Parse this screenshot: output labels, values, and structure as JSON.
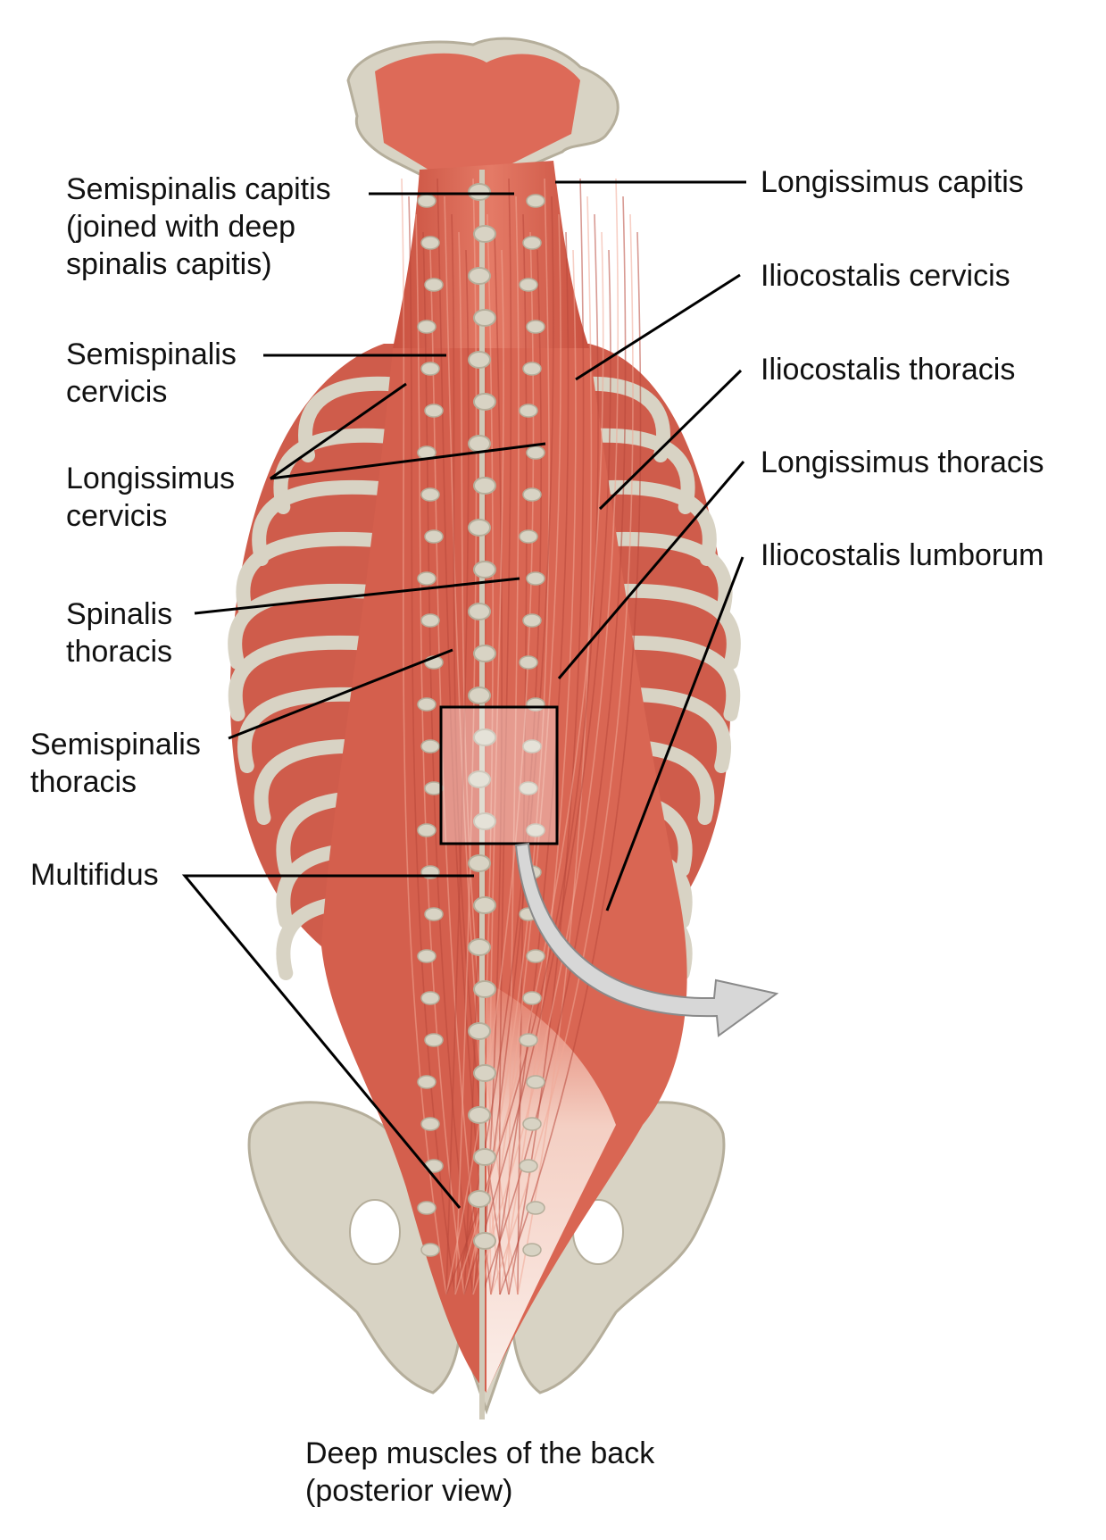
{
  "colors": {
    "bone": "#d8d3c4",
    "bone_edge": "#b5ae9b",
    "muscle": "#dd6a58",
    "muscle_dark": "#b8473a",
    "muscle_light": "#f0a896",
    "tendon": "#f6d9cf",
    "leader_line": "#000000",
    "arrow": "#d7d7d7"
  },
  "labels": {
    "semispinalis_capitis_1": "Semispinalis capitis",
    "semispinalis_capitis_2": "(joined with deep",
    "semispinalis_capitis_3": "spinalis capitis)",
    "semispinalis_cervicis_1": "Semispinalis",
    "semispinalis_cervicis_2": "cervicis",
    "longissimus_cervicis_1": "Longissimus",
    "longissimus_cervicis_2": "cervicis",
    "spinalis_thoracis_1": "Spinalis",
    "spinalis_thoracis_2": "thoracis",
    "semispinalis_thoracis_1": "Semispinalis",
    "semispinalis_thoracis_2": "thoracis",
    "multifidus": "Multifidus",
    "longissimus_capitis": "Longissimus capitis",
    "iliocostalis_cervicis": "Iliocostalis cervicis",
    "iliocostalis_thoracis": "Iliocostalis thoracis",
    "longissimus_thoracis": "Longissimus thoracis",
    "iliocostalis_lumborum": "Iliocostalis lumborum"
  },
  "caption": {
    "line1": "Deep muscles of the back",
    "line2": "(posterior view)"
  }
}
